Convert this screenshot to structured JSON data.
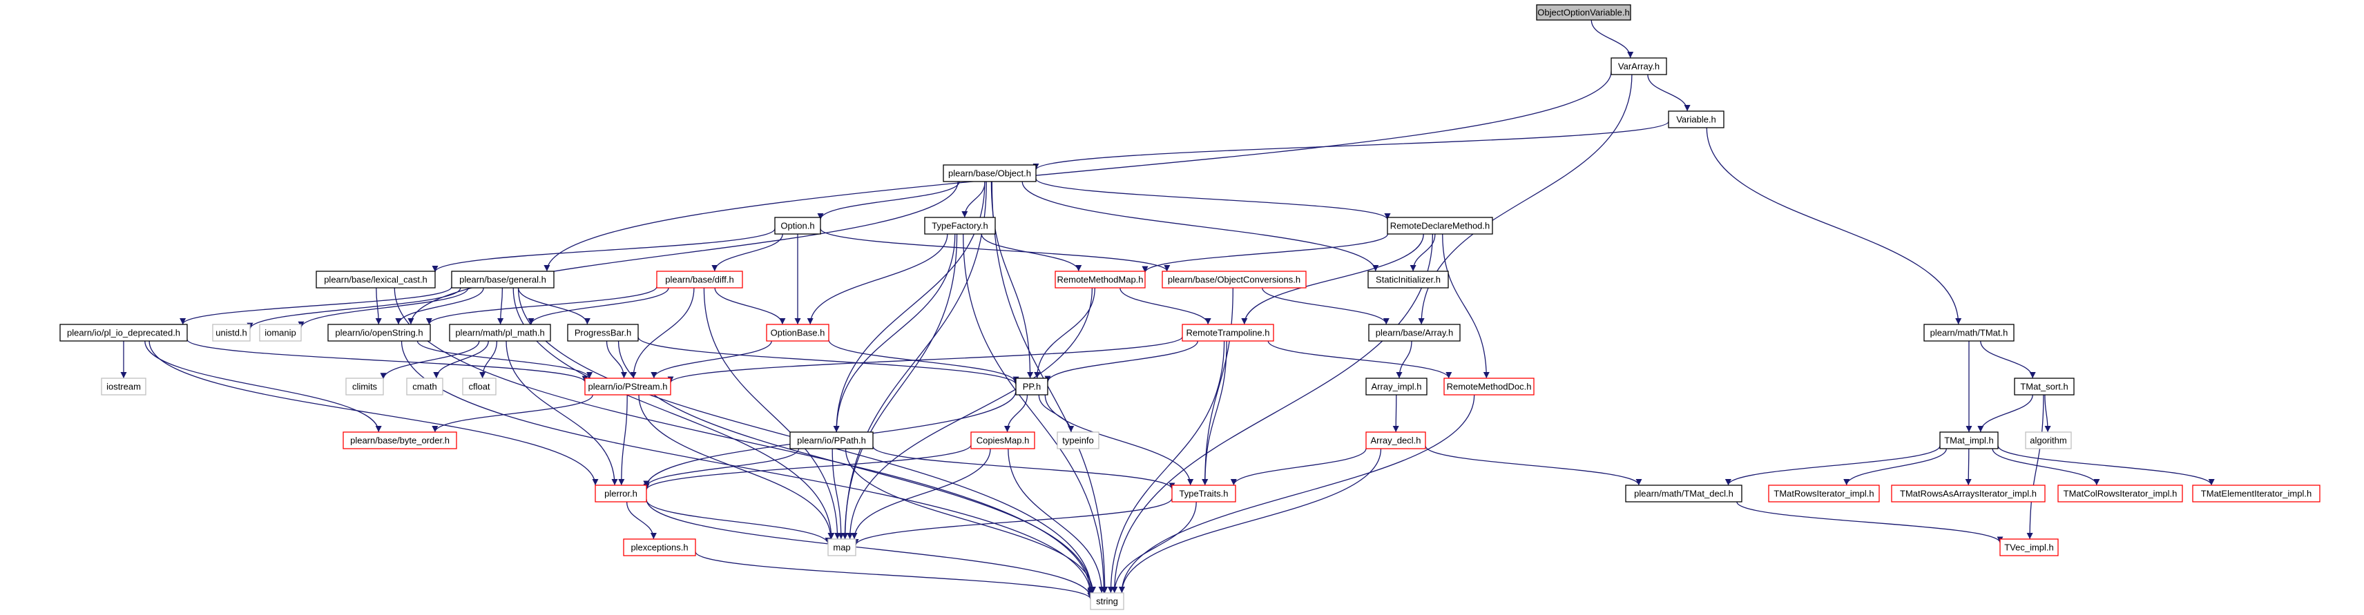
{
  "colors": {
    "edge": "#191970",
    "node_border_black": "#000000",
    "node_border_red": "#ff0000",
    "node_border_gray": "#bfbfbf",
    "root_fill": "#bfbfbf",
    "node_fill": "#ffffff",
    "text": "#000000"
  },
  "nodes": {
    "n_root": {
      "label": "ObjectOptionVariable.h",
      "style": "root"
    },
    "n_vararray": {
      "label": "VarArray.h",
      "style": "black"
    },
    "n_variable": {
      "label": "Variable.h",
      "style": "black"
    },
    "n_object": {
      "label": "plearn/base/Object.h",
      "style": "black"
    },
    "n_option": {
      "label": "Option.h",
      "style": "black"
    },
    "n_typefactory": {
      "label": "TypeFactory.h",
      "style": "black"
    },
    "n_remotedecl": {
      "label": "RemoteDeclareMethod.h",
      "style": "black"
    },
    "n_lexical": {
      "label": "plearn/base/lexical_cast.h",
      "style": "black"
    },
    "n_general": {
      "label": "plearn/base/general.h",
      "style": "black"
    },
    "n_diff": {
      "label": "plearn/base/diff.h",
      "style": "red"
    },
    "n_remotemethodmap": {
      "label": "RemoteMethodMap.h",
      "style": "red"
    },
    "n_objconv": {
      "label": "plearn/base/ObjectConversions.h",
      "style": "red"
    },
    "n_staticinit": {
      "label": "StaticInitializer.h",
      "style": "black"
    },
    "n_tmat": {
      "label": "plearn/math/TMat.h",
      "style": "black"
    },
    "n_pl_io_dep": {
      "label": "plearn/io/pl_io_deprecated.h",
      "style": "black"
    },
    "n_unistd": {
      "label": "unistd.h",
      "style": "gray"
    },
    "n_iomanip": {
      "label": "iomanip",
      "style": "gray"
    },
    "n_openstring": {
      "label": "plearn/io/openString.h",
      "style": "black"
    },
    "n_pl_math": {
      "label": "plearn/math/pl_math.h",
      "style": "black"
    },
    "n_progressbar": {
      "label": "ProgressBar.h",
      "style": "black"
    },
    "n_optionbase": {
      "label": "OptionBase.h",
      "style": "red"
    },
    "n_remotetramp": {
      "label": "RemoteTrampoline.h",
      "style": "red"
    },
    "n_array": {
      "label": "plearn/base/Array.h",
      "style": "black"
    },
    "n_iostream": {
      "label": "iostream",
      "style": "gray"
    },
    "n_climits": {
      "label": "climits",
      "style": "gray"
    },
    "n_cmath": {
      "label": "cmath",
      "style": "gray"
    },
    "n_cfloat": {
      "label": "cfloat",
      "style": "gray"
    },
    "n_pstream": {
      "label": "plearn/io/PStream.h",
      "style": "red"
    },
    "n_pp": {
      "label": "PP.h",
      "style": "black"
    },
    "n_array_impl": {
      "label": "Array_impl.h",
      "style": "black"
    },
    "n_remotemethoddoc": {
      "label": "RemoteMethodDoc.h",
      "style": "red"
    },
    "n_tmat_sort": {
      "label": "TMat_sort.h",
      "style": "black"
    },
    "n_byte_order": {
      "label": "plearn/base/byte_order.h",
      "style": "red"
    },
    "n_ppath": {
      "label": "plearn/io/PPath.h",
      "style": "black"
    },
    "n_copiesmap": {
      "label": "CopiesMap.h",
      "style": "red"
    },
    "n_typeinfo": {
      "label": "typeinfo",
      "style": "gray"
    },
    "n_array_decl": {
      "label": "Array_decl.h",
      "style": "red"
    },
    "n_tmat_impl": {
      "label": "TMat_impl.h",
      "style": "black"
    },
    "n_algorithm": {
      "label": "algorithm",
      "style": "gray"
    },
    "n_plerror": {
      "label": "plerror.h",
      "style": "red"
    },
    "n_typetraits": {
      "label": "TypeTraits.h",
      "style": "red"
    },
    "n_tmat_decl": {
      "label": "plearn/math/TMat_decl.h",
      "style": "black"
    },
    "n_tmatrows": {
      "label": "TMatRowsIterator_impl.h",
      "style": "red"
    },
    "n_tmatrowsasarrays": {
      "label": "TMatRowsAsArraysIterator_impl.h",
      "style": "red"
    },
    "n_tmatcolrows": {
      "label": "TMatColRowsIterator_impl.h",
      "style": "red"
    },
    "n_tmatelement": {
      "label": "TMatElementIterator_impl.h",
      "style": "red"
    },
    "n_plexceptions": {
      "label": "plexceptions.h",
      "style": "red"
    },
    "n_map": {
      "label": "map",
      "style": "gray"
    },
    "n_tvec_impl": {
      "label": "TVec_impl.h",
      "style": "red"
    },
    "n_string": {
      "label": "string",
      "style": "gray"
    }
  },
  "edges": [
    [
      "n_root",
      "n_vararray"
    ],
    [
      "n_vararray",
      "n_variable"
    ],
    [
      "n_vararray",
      "n_general"
    ],
    [
      "n_vararray",
      "n_array"
    ],
    [
      "n_variable",
      "n_object"
    ],
    [
      "n_variable",
      "n_tmat"
    ],
    [
      "n_object",
      "n_option"
    ],
    [
      "n_object",
      "n_typefactory"
    ],
    [
      "n_object",
      "n_remotedecl"
    ],
    [
      "n_object",
      "n_staticinit"
    ],
    [
      "n_object",
      "n_openstring"
    ],
    [
      "n_object",
      "n_pp"
    ],
    [
      "n_object",
      "n_ppath"
    ],
    [
      "n_object",
      "n_map"
    ],
    [
      "n_object",
      "n_string"
    ],
    [
      "n_option",
      "n_lexical"
    ],
    [
      "n_option",
      "n_diff"
    ],
    [
      "n_option",
      "n_optionbase"
    ],
    [
      "n_option",
      "n_objconv"
    ],
    [
      "n_typefactory",
      "n_remotemethodmap"
    ],
    [
      "n_typefactory",
      "n_optionbase"
    ],
    [
      "n_typefactory",
      "n_ppath"
    ],
    [
      "n_typefactory",
      "n_map"
    ],
    [
      "n_typefactory",
      "n_string"
    ],
    [
      "n_remotedecl",
      "n_remotemethodmap"
    ],
    [
      "n_remotedecl",
      "n_staticinit"
    ],
    [
      "n_remotedecl",
      "n_remotetramp"
    ],
    [
      "n_remotedecl",
      "n_remotemethoddoc"
    ],
    [
      "n_remotedecl",
      "n_string"
    ],
    [
      "n_lexical",
      "n_openstring"
    ],
    [
      "n_lexical",
      "n_string"
    ],
    [
      "n_general",
      "n_pl_io_dep"
    ],
    [
      "n_general",
      "n_unistd"
    ],
    [
      "n_general",
      "n_iomanip"
    ],
    [
      "n_general",
      "n_openstring"
    ],
    [
      "n_general",
      "n_pl_math"
    ],
    [
      "n_general",
      "n_progressbar"
    ],
    [
      "n_general",
      "n_map"
    ],
    [
      "n_general",
      "n_string"
    ],
    [
      "n_diff",
      "n_openstring"
    ],
    [
      "n_diff",
      "n_pl_math"
    ],
    [
      "n_diff",
      "n_pstream"
    ],
    [
      "n_diff",
      "n_optionbase"
    ],
    [
      "n_diff",
      "n_map"
    ],
    [
      "n_remotemethodmap",
      "n_remotetramp"
    ],
    [
      "n_remotemethodmap",
      "n_pp"
    ],
    [
      "n_remotemethodmap",
      "n_map"
    ],
    [
      "n_objconv",
      "n_array"
    ],
    [
      "n_objconv",
      "n_typetraits"
    ],
    [
      "n_tmat",
      "n_tmat_sort"
    ],
    [
      "n_tmat",
      "n_tmat_impl"
    ],
    [
      "n_pl_io_dep",
      "n_iostream"
    ],
    [
      "n_pl_io_dep",
      "n_pstream"
    ],
    [
      "n_pl_io_dep",
      "n_byte_order"
    ],
    [
      "n_pl_io_dep",
      "n_plerror"
    ],
    [
      "n_openstring",
      "n_pstream"
    ],
    [
      "n_openstring",
      "n_string"
    ],
    [
      "n_pl_math",
      "n_climits"
    ],
    [
      "n_pl_math",
      "n_cmath"
    ],
    [
      "n_pl_math",
      "n_cfloat"
    ],
    [
      "n_pl_math",
      "n_plerror"
    ],
    [
      "n_progressbar",
      "n_pstream"
    ],
    [
      "n_progressbar",
      "n_pp"
    ],
    [
      "n_progressbar",
      "n_string"
    ],
    [
      "n_optionbase",
      "n_pstream"
    ],
    [
      "n_optionbase",
      "n_pp"
    ],
    [
      "n_remotetramp",
      "n_pstream"
    ],
    [
      "n_remotetramp",
      "n_pp"
    ],
    [
      "n_remotetramp",
      "n_typetraits"
    ],
    [
      "n_remotetramp",
      "n_remotemethoddoc"
    ],
    [
      "n_remotetramp",
      "n_string"
    ],
    [
      "n_array",
      "n_array_impl"
    ],
    [
      "n_array_impl",
      "n_array_decl"
    ],
    [
      "n_remotemethoddoc",
      "n_string"
    ],
    [
      "n_tmat_sort",
      "n_tmat_impl"
    ],
    [
      "n_tmat_sort",
      "n_algorithm"
    ],
    [
      "n_tmat_sort",
      "n_tvec_impl"
    ],
    [
      "n_pstream",
      "n_byte_order"
    ],
    [
      "n_pstream",
      "n_plerror"
    ],
    [
      "n_pstream",
      "n_map"
    ],
    [
      "n_pp",
      "n_copiesmap"
    ],
    [
      "n_pp",
      "n_typeinfo"
    ],
    [
      "n_pp",
      "n_typetraits"
    ],
    [
      "n_pp",
      "n_plerror"
    ],
    [
      "n_ppath",
      "n_plerror"
    ],
    [
      "n_ppath",
      "n_typetraits"
    ],
    [
      "n_ppath",
      "n_map"
    ],
    [
      "n_ppath",
      "n_string"
    ],
    [
      "n_copiesmap",
      "n_plerror"
    ],
    [
      "n_copiesmap",
      "n_map"
    ],
    [
      "n_copiesmap",
      "n_string"
    ],
    [
      "n_array_decl",
      "n_typetraits"
    ],
    [
      "n_array_decl",
      "n_tmat_decl"
    ],
    [
      "n_array_decl",
      "n_string"
    ],
    [
      "n_tmat_impl",
      "n_tmat_decl"
    ],
    [
      "n_tmat_impl",
      "n_tmatrows"
    ],
    [
      "n_tmat_impl",
      "n_tmatrowsasarrays"
    ],
    [
      "n_tmat_impl",
      "n_tmatcolrows"
    ],
    [
      "n_tmat_impl",
      "n_tmatelement"
    ],
    [
      "n_tmat_decl",
      "n_tvec_impl"
    ],
    [
      "n_plerror",
      "n_plexceptions"
    ],
    [
      "n_plerror",
      "n_map"
    ],
    [
      "n_plerror",
      "n_string"
    ],
    [
      "n_plexceptions",
      "n_string"
    ],
    [
      "n_typetraits",
      "n_map"
    ],
    [
      "n_typetraits",
      "n_string"
    ]
  ]
}
